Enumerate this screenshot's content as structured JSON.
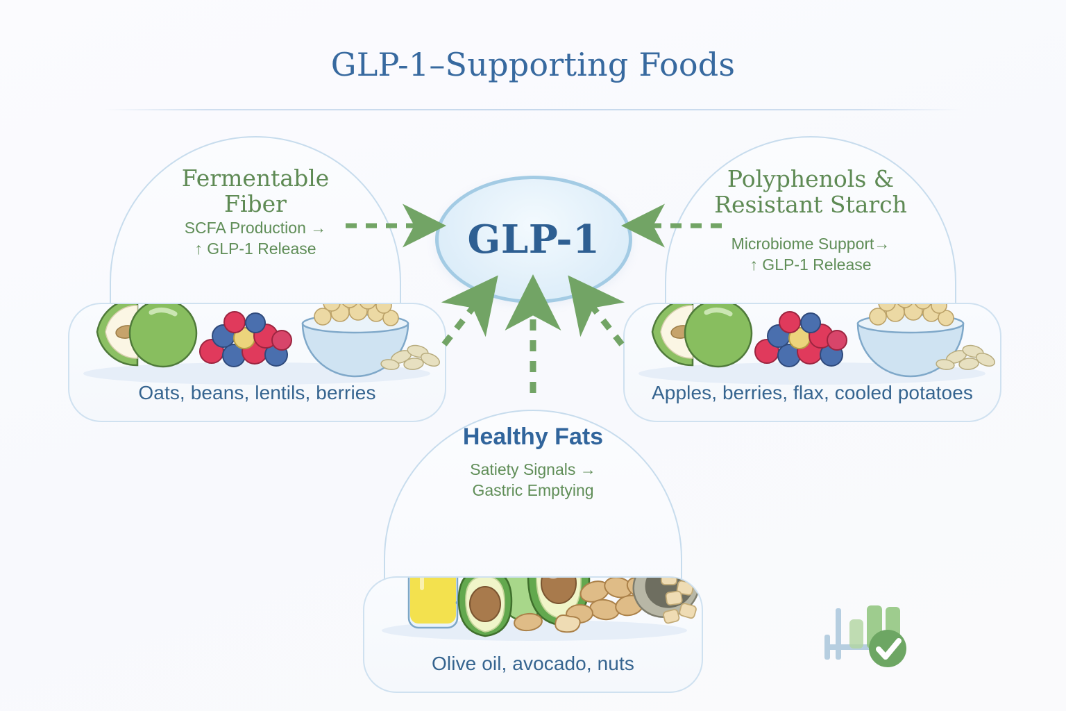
{
  "page": {
    "title": "GLP-1–Supporting Foods",
    "background_color": "#fafafd",
    "title_color": "#37699f"
  },
  "center": {
    "label": "GLP-1",
    "fill_color": "#dcecf8",
    "border_color": "#a3cbe4",
    "text_color": "#2e5f92"
  },
  "panels": [
    {
      "id": "fermentable-fiber",
      "heading": "Fermentable\nFiber",
      "heading_color": "#5e8a54",
      "subtitle": "SCFA Production →\n↑ GLP-1 Release",
      "subtitle_color": "#5f8d57",
      "caption": "Oats, beans, lentils, berries",
      "caption_color": "#35648f",
      "foods": [
        "green apple",
        "apple half",
        "mixed berries",
        "bowl of chickpeas",
        "oats"
      ]
    },
    {
      "id": "polyphenols-resistant-starch",
      "heading": "Polyphenols &\nResistant Starch",
      "heading_color": "#5e8a54",
      "subtitle": "Microbiome Support→\n↑ GLP-1 Release",
      "subtitle_color": "#5f8d57",
      "caption": "Apples, berries, flax, cooled potatoes",
      "caption_color": "#35648f",
      "foods": [
        "green apple",
        "apple half",
        "mixed berries",
        "bowl of chickpeas",
        "oats"
      ]
    },
    {
      "id": "healthy-fats",
      "heading": "Healthy Fats",
      "heading_color": "#31659c",
      "subtitle": "Satiety Signals →\nGastric Emptying",
      "subtitle_color": "#5f8d57",
      "caption": "Olive oil, avocado, nuts",
      "caption_color": "#35648f",
      "foods": [
        "olive oil bottle",
        "avocado halves",
        "nuts",
        "tipped bowl of nuts"
      ]
    }
  ],
  "arrows": {
    "color": "#72a465",
    "style": "dashed",
    "items": [
      {
        "name": "fiber-to-glp1",
        "direction": "right"
      },
      {
        "name": "polyphenols-to-glp1",
        "direction": "left"
      },
      {
        "name": "fats-to-glp1-left",
        "direction": "up-right"
      },
      {
        "name": "fats-to-glp1-center",
        "direction": "up"
      },
      {
        "name": "fats-to-glp1-right",
        "direction": "up-left"
      }
    ]
  },
  "watermark": {
    "name": "chart-check-badge",
    "bar_color": "#8fc07e",
    "axis_color": "#6d9fc4",
    "check_color": "#5a9b4e"
  }
}
